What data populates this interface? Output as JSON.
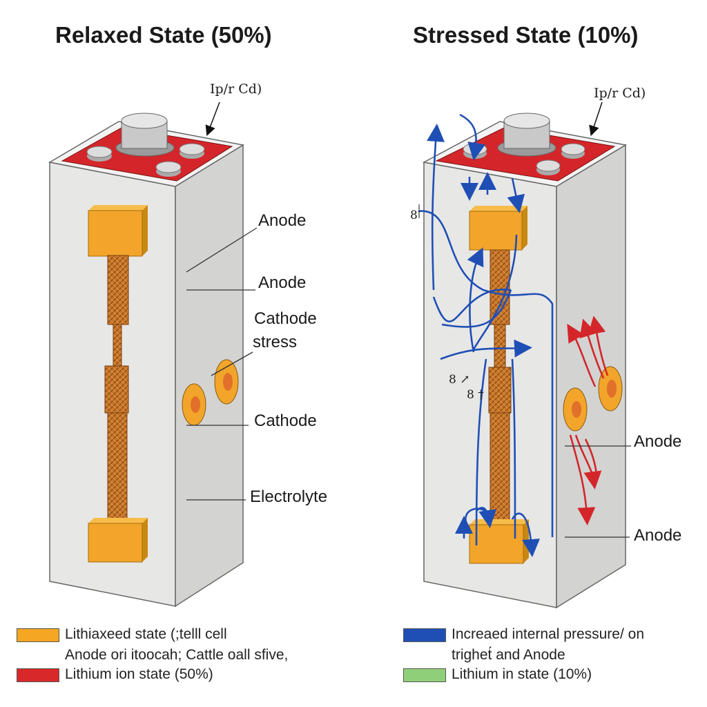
{
  "titles": {
    "left": "Relaxed State (50%)",
    "right": "Stressed State (10%)"
  },
  "left_cell": {
    "top_annotation": "Ip/r Cd)",
    "labels": [
      "Anode",
      "Anode",
      "Cathode",
      "stress",
      "Cathode",
      "Electrolyte"
    ]
  },
  "right_cell": {
    "top_annotation": "Ip/r Cd)",
    "labels": [
      "Anode",
      "Anode"
    ],
    "small_marks": [
      "8",
      "8 ↗",
      "8 †"
    ]
  },
  "legend": [
    {
      "color": "#f5a623",
      "text_line1": "Lithiaxeed state (;telll cell",
      "text_line2": "Anode ori itoocah; Cattle oall sfive,"
    },
    {
      "color": "#d9282a",
      "text_line1": "Lithium ion state (50%)"
    },
    {
      "color": "#1f4fb5",
      "text_line1": "Increaed internal pressure/ on",
      "text_line2": "trighet́ and Anode"
    },
    {
      "color": "#8fcf7a",
      "text_line1": "Lithium in state (10%)"
    }
  ],
  "colors": {
    "electrode": "#f2a52a",
    "terminal_plate": "#d4262a",
    "flow_arrows": "#1f4fb5",
    "stress_arrows": "#d4262a",
    "casing_front": "#e8e8e8",
    "casing_side": "#d2d2d2"
  }
}
